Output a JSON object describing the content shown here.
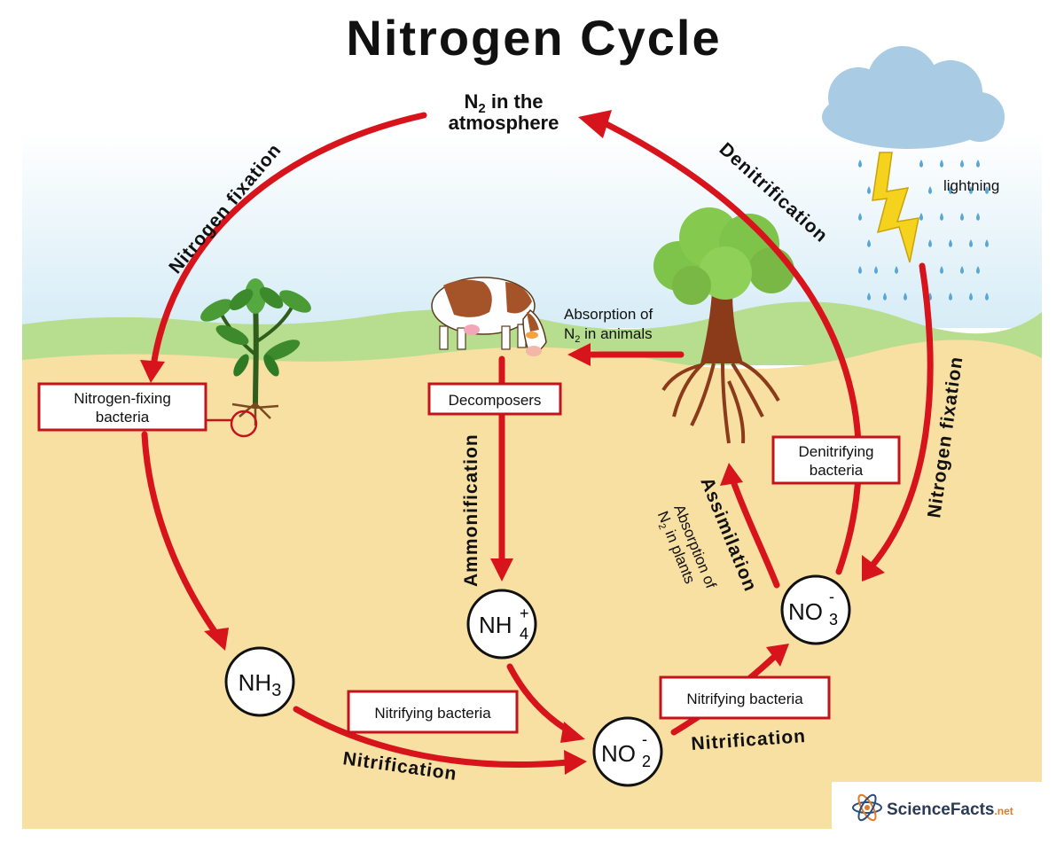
{
  "title": "Nitrogen Cycle",
  "atmosphere": {
    "line1": "N",
    "sub": "2",
    "line1_rest": " in the",
    "line2": "atmosphere"
  },
  "processes": {
    "nitrogen_fixation_left": "Nitrogen fixation",
    "nitrogen_fixation_right": "Nitrogen fixation",
    "denitrification": "Denitrification",
    "ammonification": "Ammonification",
    "assimilation": "Assimilation",
    "nitrification_bottom": "Nitrification",
    "nitrification_right": "Nitrification"
  },
  "labels": {
    "lightning": "lightning",
    "absorption_animals_1": "Absorption of",
    "absorption_animals_2": "N",
    "absorption_animals_sub": "2",
    "absorption_animals_3": " in animals",
    "absorption_plants_1": "Absorption of",
    "absorption_plants_2": "N",
    "absorption_plants_sub": "2",
    "absorption_plants_3": " in plants"
  },
  "boxes": {
    "nitrogen_fixing_1": "Nitrogen-fixing",
    "nitrogen_fixing_2": "bacteria",
    "decomposers": "Decomposers",
    "denitrifying_1": "Denitrifying",
    "denitrifying_2": "bacteria",
    "nitrifying_left": "Nitrifying bacteria",
    "nitrifying_right": "Nitrifying bacteria"
  },
  "nodes": {
    "nh3": {
      "base": "NH",
      "sub": "3"
    },
    "nh4": {
      "base": "NH",
      "sup": "+",
      "sub": "4"
    },
    "no2": {
      "base": "NO",
      "sup": "-",
      "sub": "2"
    },
    "no3": {
      "base": "NO",
      "sup": "-",
      "sub": "3"
    }
  },
  "logo": {
    "main": "ScienceFacts",
    "suffix": ".net"
  },
  "colors": {
    "arrow": "#d7141c",
    "soil": "#f8dfa2",
    "grass": "#b7dd8e",
    "sky": "#dbeef7",
    "cloud": "#a9cce4",
    "rain": "#5aa7d6",
    "lightning": "#f5d21d"
  }
}
